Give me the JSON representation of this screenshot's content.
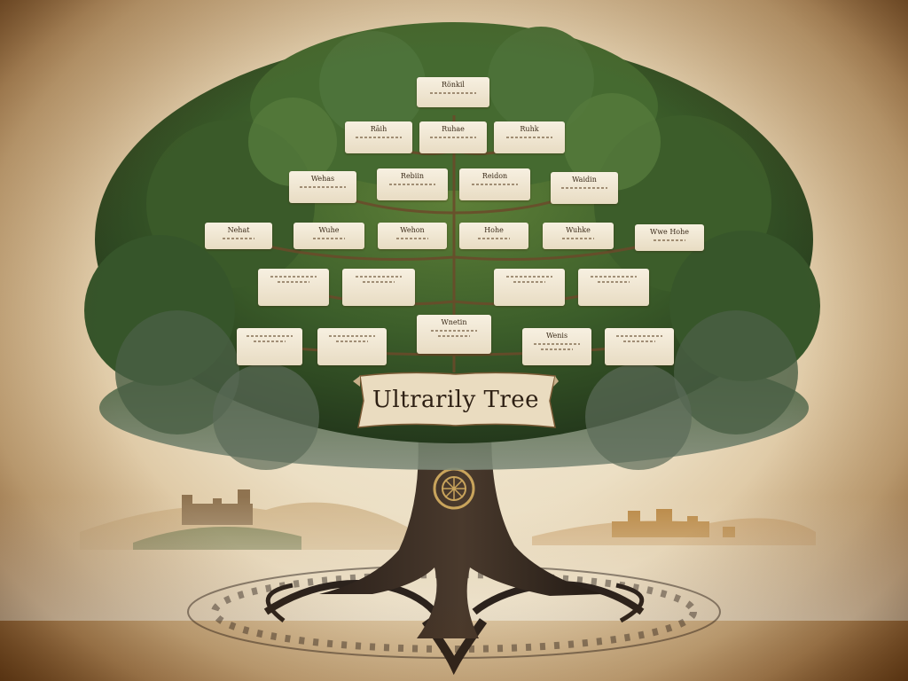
{
  "title_banner": "Ultrarily Tree",
  "colors": {
    "parchment": "#f1e6cf",
    "foliage_dark": "#2d4a22",
    "foliage_light": "#6d8f3e",
    "trunk": "#3b2d22",
    "ink": "#2e2014"
  },
  "cards": [
    {
      "name": "Rönkil"
    },
    {
      "name": "Rāih"
    },
    {
      "name": "Ruhae"
    },
    {
      "name": "Ruhk"
    },
    {
      "name": "Wehas"
    },
    {
      "name": "Rebiin"
    },
    {
      "name": "Reidon"
    },
    {
      "name": "Waidin"
    },
    {
      "name": "Nehat"
    },
    {
      "name": "Wuhe"
    },
    {
      "name": "Wehon"
    },
    {
      "name": "Hohe"
    },
    {
      "name": "Wuhke"
    },
    {
      "name": "Wwe Hohe"
    },
    {
      "name": ""
    },
    {
      "name": ""
    },
    {
      "name": ""
    },
    {
      "name": ""
    },
    {
      "name": "Wnetin"
    },
    {
      "name": ""
    },
    {
      "name": ""
    },
    {
      "name": "Wenis"
    },
    {
      "name": ""
    },
    {
      "name": ""
    }
  ]
}
